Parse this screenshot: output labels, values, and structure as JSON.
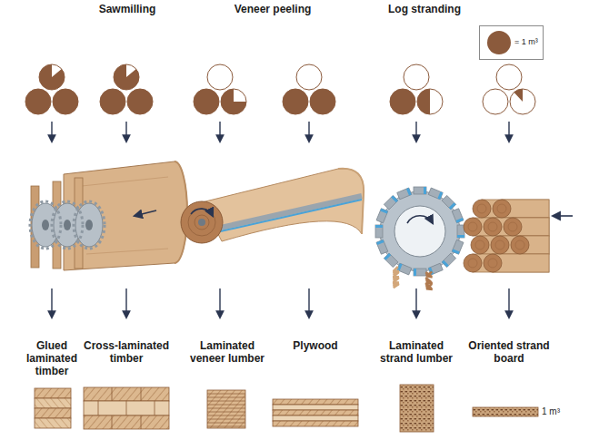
{
  "diagram": {
    "labels": [
      "Sawmilling",
      "Veneer peeling",
      "Log stranding",
      "Glued laminated timber",
      "Cross-laminated timber",
      "Laminated veneer lumber",
      "Plywood",
      "Laminated strand lumber",
      "Oriented strand board",
      "1 m³"
    ],
    "legend": [
      {
        "text": "= 1 m³",
        "color": "#8b5a3c"
      }
    ]
  }
}
